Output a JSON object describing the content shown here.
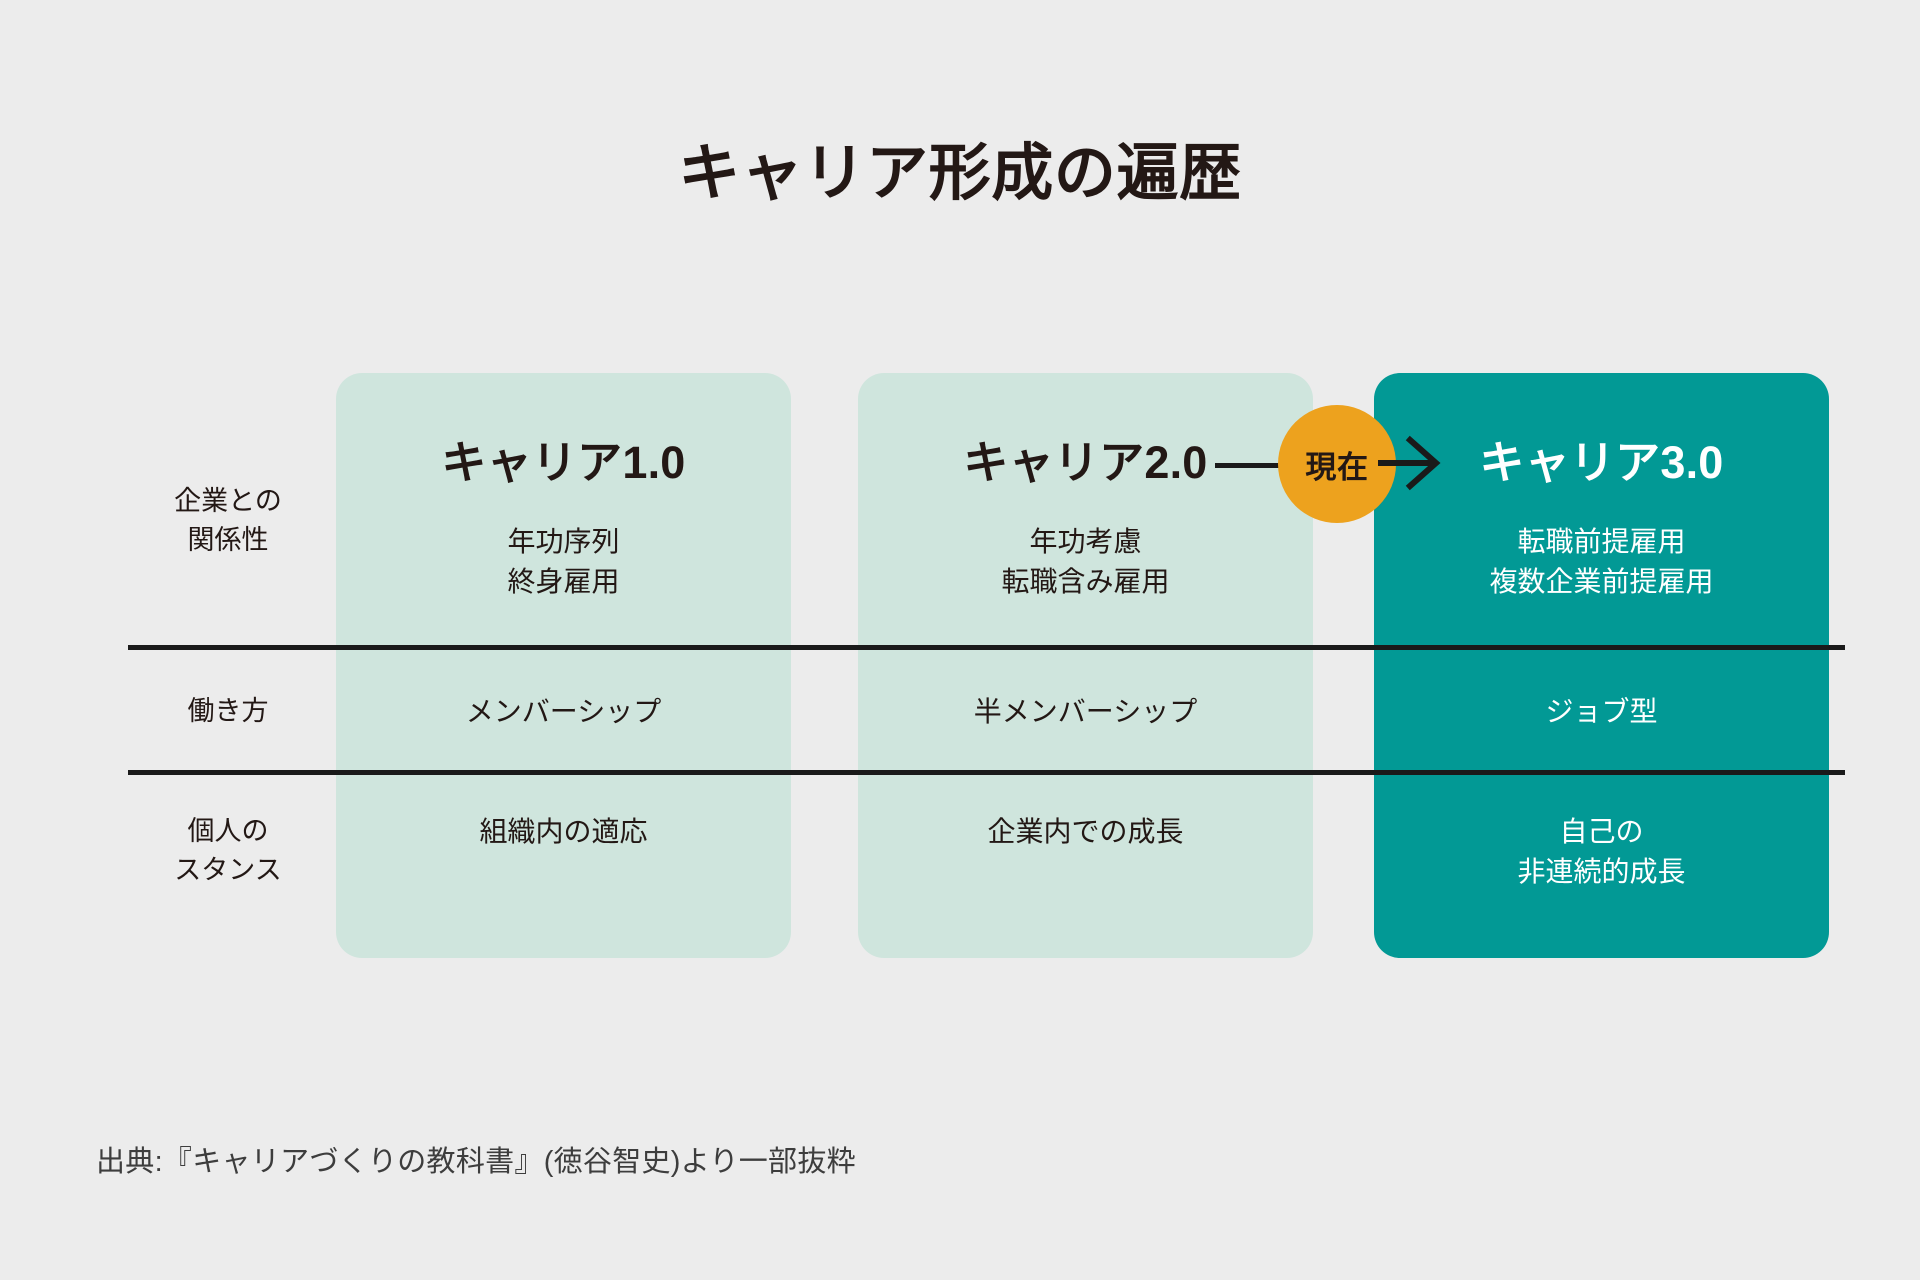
{
  "page": {
    "title": "キャリア形成の遍歴",
    "background_color": "#ececec",
    "source_note": "出典:『キャリアづくりの教科書』(徳谷智史)より一部抜粋"
  },
  "colors": {
    "card_light": "#cfe5dd",
    "card_dark": "#029995",
    "badge_orange": "#eda21e",
    "text_dark": "#231815",
    "text_on_dark": "#ffffff",
    "divider": "#1a1a1a"
  },
  "now_marker": {
    "label": "現在",
    "arrow_icon": "arrow-right-icon",
    "connector_icon": "horizontal-line-icon"
  },
  "row_labels": [
    {
      "line1": "企業との",
      "line2": "関係性"
    },
    {
      "line1": "働き方",
      "line2": ""
    },
    {
      "line1": "個人の",
      "line2": "スタンス"
    }
  ],
  "columns": [
    {
      "heading": "キャリア1.0",
      "variant": "light",
      "cells": [
        {
          "line1": "年功序列",
          "line2": "終身雇用"
        },
        {
          "line1": "メンバーシップ",
          "line2": ""
        },
        {
          "line1": "組織内の適応",
          "line2": ""
        }
      ]
    },
    {
      "heading": "キャリア2.0",
      "variant": "light",
      "cells": [
        {
          "line1": "年功考慮",
          "line2": "転職含み雇用"
        },
        {
          "line1": "半メンバーシップ",
          "line2": ""
        },
        {
          "line1": "企業内での成長",
          "line2": ""
        }
      ]
    },
    {
      "heading": "キャリア3.0",
      "variant": "dark",
      "cells": [
        {
          "line1": "転職前提雇用",
          "line2": "複数企業前提雇用"
        },
        {
          "line1": "ジョブ型",
          "line2": ""
        },
        {
          "line1": "自己の",
          "line2": "非連続的成長"
        }
      ]
    }
  ]
}
